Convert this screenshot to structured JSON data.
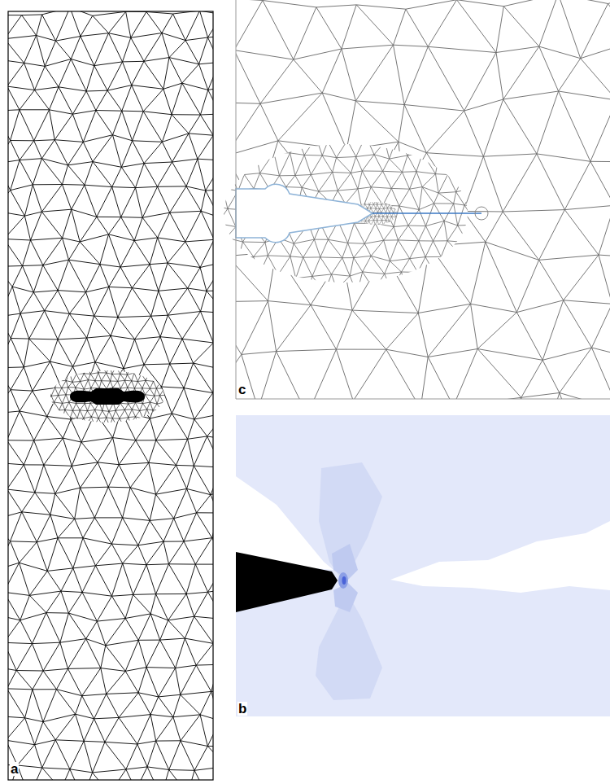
{
  "diagram": {
    "labels": [
      "a",
      "c",
      "b"
    ]
  }
}
